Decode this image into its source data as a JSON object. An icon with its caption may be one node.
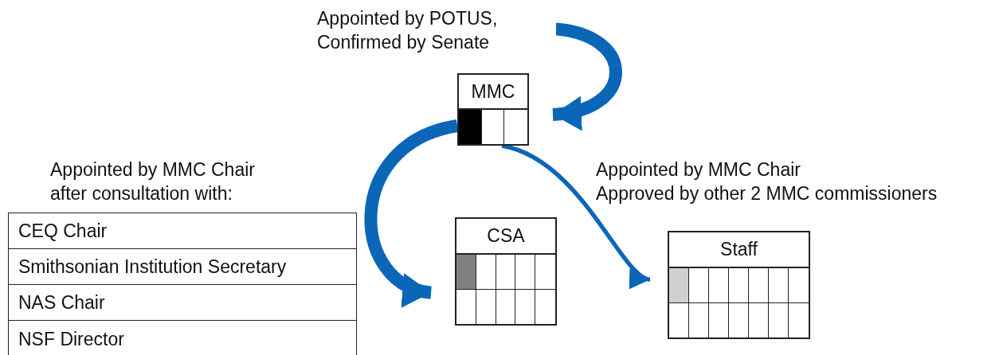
{
  "diagram": {
    "nodes": [
      {
        "text": [
          "MMC"
        ]
      },
      {
        "text": [
          "CSA"
        ]
      },
      {
        "text": [
          "Staff"
        ]
      },
      {
        "text": [
          "Appointed by MMC Chair after consultation with:"
        ]
      },
      {
        "text": [
          "CEQ Chair"
        ],
        "in": 3
      },
      {
        "text": [
          "Smithsonian Institution Secretary"
        ],
        "in": 3
      },
      {
        "text": [
          "NAS Chair"
        ],
        "in": 3
      },
      {
        "text": [
          "NSF Director"
        ],
        "in": 3
      }
    ],
    "edges": [
      {
        "from": null,
        "to": 0,
        "arrow": "to",
        "label": "Appointed by POTUS, Confirmed by Senate"
      },
      {
        "from": 0,
        "to": 1,
        "arrow": "to"
      },
      {
        "from": 0,
        "to": 2,
        "arrow": "to",
        "label": "Appointed by MMC Chair Approved by other 2 MMC commissioners"
      }
    ]
  }
}
